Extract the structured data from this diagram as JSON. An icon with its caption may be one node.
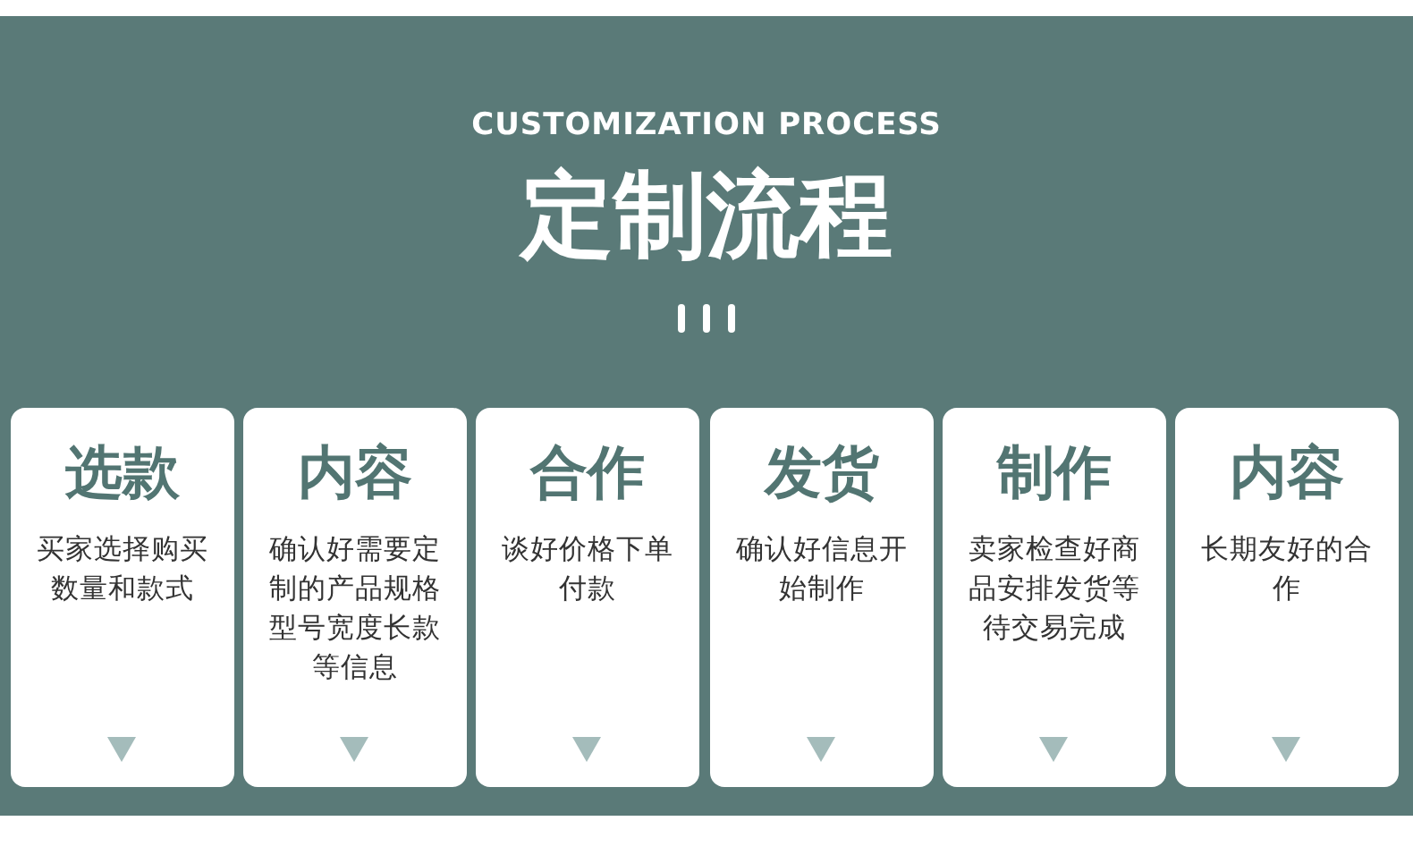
{
  "diagram": {
    "title": "定制流程",
    "nodes": [
      {
        "text": [
          "选款",
          "买家选择购买数量和款式"
        ]
      },
      {
        "text": [
          "内容",
          "确认好需要定制的产品规格型号宽度长款等信息"
        ]
      },
      {
        "text": [
          "合作",
          "谈好价格下单付款"
        ]
      },
      {
        "text": [
          "发货",
          "确认好信息开始制作"
        ]
      },
      {
        "text": [
          "制作",
          "卖家检查好商品安排发货等待交易完成"
        ]
      },
      {
        "text": [
          "内容",
          "长期友好的合作"
        ]
      }
    ],
    "labels": [
      "CUSTOMIZATION PROCESS"
    ]
  }
}
